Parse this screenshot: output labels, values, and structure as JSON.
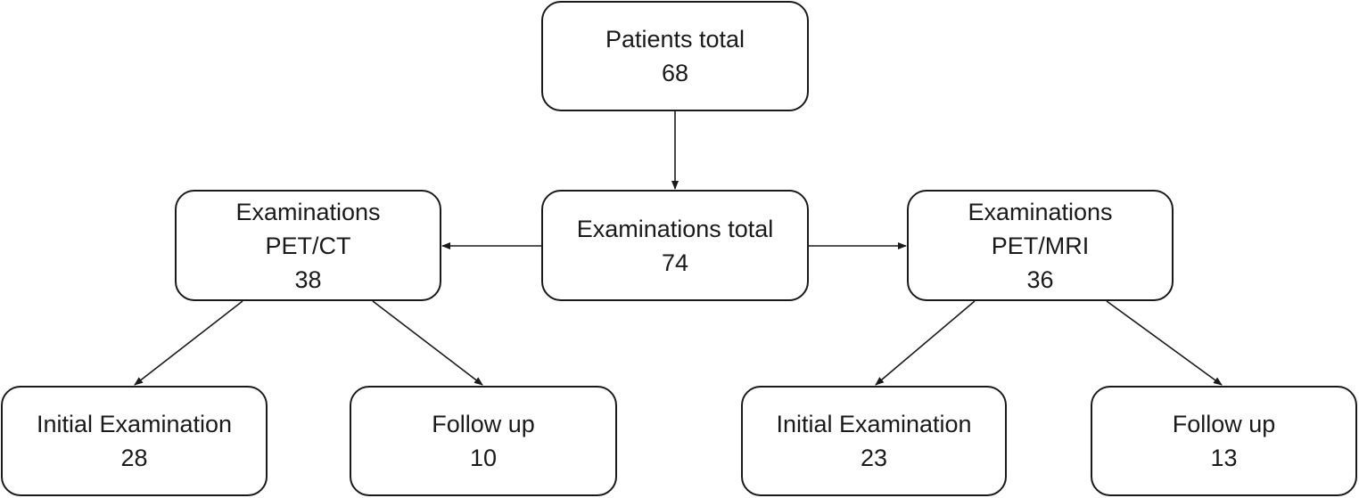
{
  "nodes": {
    "patients_total": {
      "lines": [
        "Patients total",
        "68"
      ]
    },
    "examinations_total": {
      "lines": [
        "Examinations total",
        "74"
      ]
    },
    "examinations_petct": {
      "lines": [
        "Examinations",
        "PET/CT",
        "38"
      ]
    },
    "examinations_petmri": {
      "lines": [
        "Examinations",
        "PET/MRI",
        "36"
      ]
    },
    "petct_initial": {
      "lines": [
        "Initial Examination",
        "28"
      ]
    },
    "petct_followup": {
      "lines": [
        "Follow up",
        "10"
      ]
    },
    "petmri_initial": {
      "lines": [
        "Initial Examination",
        "23"
      ]
    },
    "petmri_followup": {
      "lines": [
        "Follow up",
        "13"
      ]
    }
  },
  "edges": [
    {
      "from": "patients_total",
      "to": "examinations_total"
    },
    {
      "from": "examinations_total",
      "to": "examinations_petct"
    },
    {
      "from": "examinations_total",
      "to": "examinations_petmri"
    },
    {
      "from": "examinations_petct",
      "to": "petct_initial"
    },
    {
      "from": "examinations_petct",
      "to": "petct_followup"
    },
    {
      "from": "examinations_petmri",
      "to": "petmri_initial"
    },
    {
      "from": "examinations_petmri",
      "to": "petmri_followup"
    }
  ]
}
